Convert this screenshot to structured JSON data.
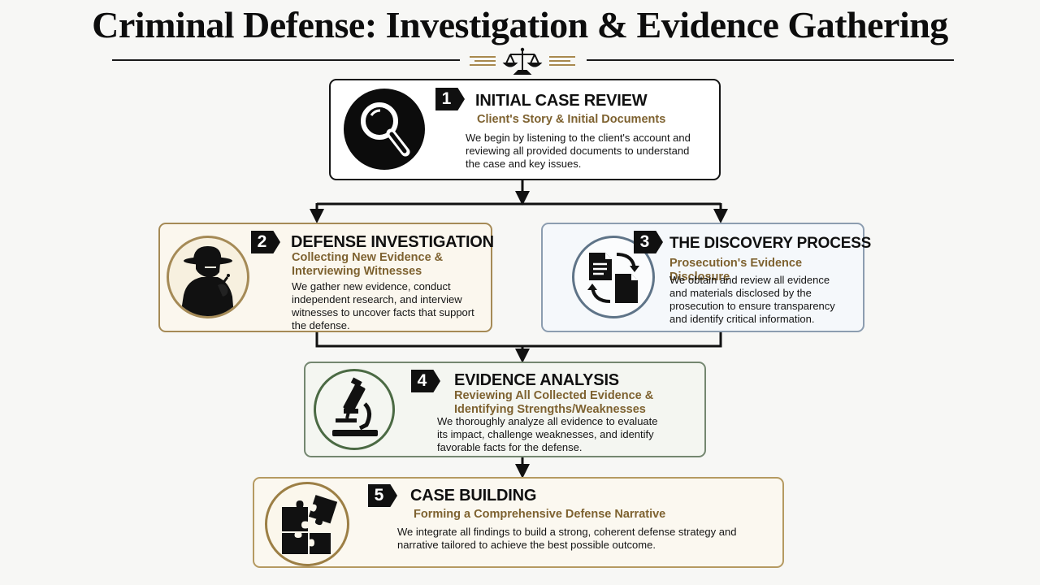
{
  "title": "Criminal Defense: Investigation & Evidence Gathering",
  "colors": {
    "ink": "#111111",
    "gold": "#7e6230",
    "step2_border": "#a58a56",
    "step3_border": "#8c9db0",
    "step4_border": "#748770",
    "step5_border": "#b59a61"
  },
  "steps": [
    {
      "number": "1",
      "heading": "INITIAL CASE REVIEW",
      "subheading": "Client's Story & Initial Documents",
      "description": "We begin by listening to the client's account and reviewing all provided documents to understand the case and key issues.",
      "icon": "magnifying-glass-icon"
    },
    {
      "number": "2",
      "heading": "DEFENSE INVESTIGATION",
      "subheading": "Collecting New Evidence & Interviewing Witnesses",
      "description": "We gather new evidence, conduct independent research, and interview witnesses to uncover facts that support the defense.",
      "icon": "detective-icon"
    },
    {
      "number": "3",
      "heading": "THE DISCOVERY PROCESS",
      "subheading": "Prosecution's Evidence Disclosure",
      "description": "We obtain and review all evidence and materials disclosed by the prosecution to ensure transparency and identify critical information.",
      "icon": "document-exchange-icon"
    },
    {
      "number": "4",
      "heading": "EVIDENCE ANALYSIS",
      "subheading": "Reviewing All Collected Evidence & Identifying Strengths/Weaknesses",
      "description": "We thoroughly analyze all evidence to evaluate its impact, challenge weaknesses, and identify favorable facts for the defense.",
      "icon": "microscope-icon"
    },
    {
      "number": "5",
      "heading": "CASE BUILDING",
      "subheading": "Forming a Comprehensive Defense Narrative",
      "description": "We integrate all findings to build a strong, coherent defense strategy and narrative tailored to achieve the best possible outcome.",
      "icon": "puzzle-icon"
    }
  ]
}
